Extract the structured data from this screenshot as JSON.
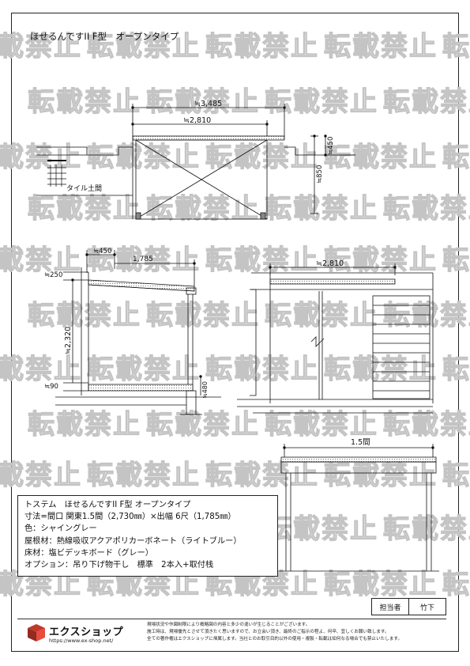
{
  "drawing_title": "ほせるんですII F型　オープンタイプ",
  "plan": {
    "dim_total": "≒3,485",
    "dim_span": "≒2,810",
    "dim_850": "≒850",
    "dim_450": "≒450",
    "tile_label": "タイル土間"
  },
  "side": {
    "dim_450": "≒450",
    "dim_1785": "1,785",
    "dim_250": "≒250",
    "dim_2320": "≒2,320",
    "dim_90": "≒90",
    "dim_480": "≒480"
  },
  "front": {
    "dim_span": "≒2,810"
  },
  "small": {
    "dim_label": "1.5間"
  },
  "spec": {
    "line1": "トステム　ほせるんですII F型 オープンタイプ",
    "line2": "寸法=間口 関東1.5間（2,730㎜）×出幅 6尺（1,785㎜）",
    "line3": "色：シャイングレー",
    "line4": "屋根材：熱線吸収アクアポリカーボネート（ライトブルー）",
    "line5": "床材：塩ビデッキボード（グレー）",
    "line6": "オプション：吊り下げ物干し　標準　2本入+取付栈"
  },
  "staff": {
    "label": "担当者",
    "name": "竹下"
  },
  "logo": {
    "name": "エクスショップ",
    "url": "https://www.ex-shop.net/"
  },
  "watermark": "転載禁止",
  "disclaimer": [
    "現場状況や作図制限により概略図の内容と多少の違いが生じることがございます。",
    "施工時は、現場優先とさせて頂きたく思いますので、お立会い頂き、最終のご指示の程よ、何卒、宜しくお願い致します。",
    "全ての著作権はエクスショップに帰属します。当社とのお取引目的以外の使用・複製・転載は如何なる場合でも禁止いたします。"
  ]
}
